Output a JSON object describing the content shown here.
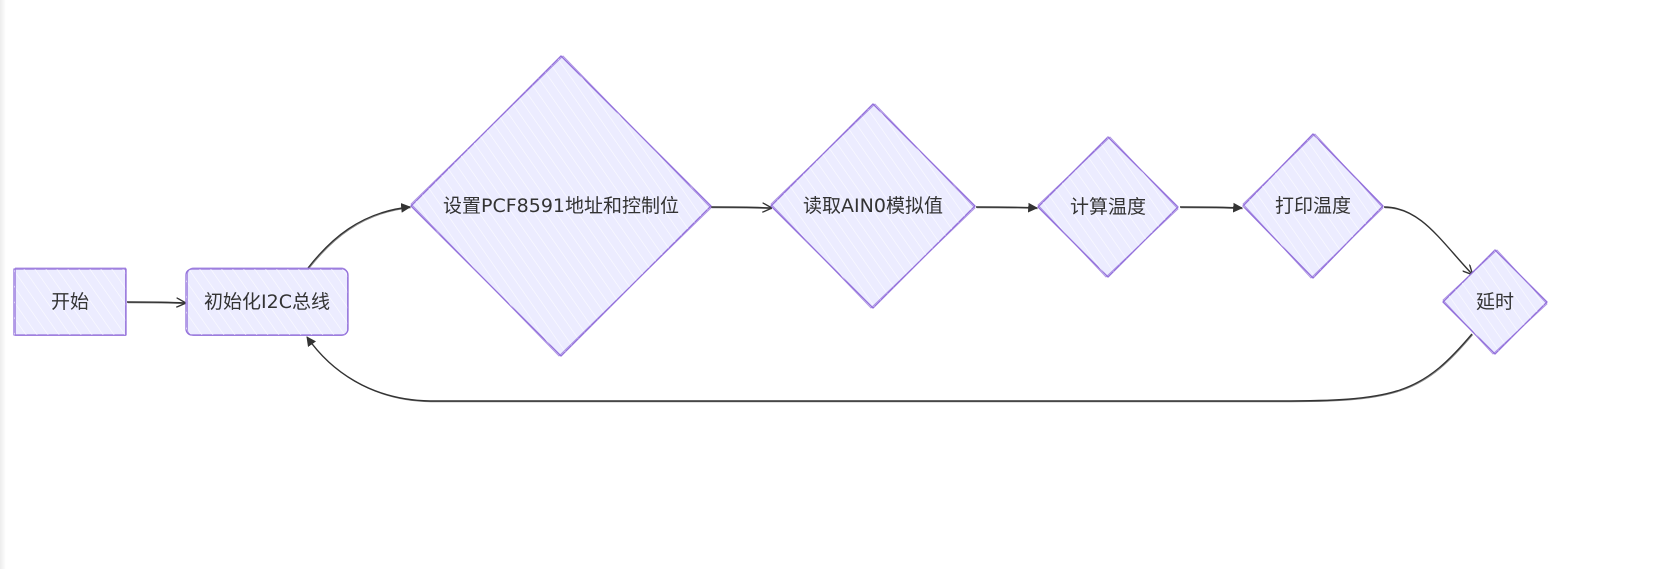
{
  "colors": {
    "node_fill": "#ececff",
    "node_stroke": "#9370db",
    "hatch": "#ffffff",
    "edge": "#333333",
    "text": "#333333"
  },
  "nodes": [
    {
      "id": "start",
      "shape": "rect",
      "label": "开始"
    },
    {
      "id": "init",
      "shape": "round-rect",
      "label": "初始化I2C总线"
    },
    {
      "id": "setaddr",
      "shape": "diamond",
      "label": "设置PCF8591地址和控制位"
    },
    {
      "id": "read",
      "shape": "diamond",
      "label": "读取AIN0模拟值"
    },
    {
      "id": "calc",
      "shape": "diamond",
      "label": "计算温度"
    },
    {
      "id": "print",
      "shape": "diamond",
      "label": "打印温度"
    },
    {
      "id": "delay",
      "shape": "diamond",
      "label": "延时"
    }
  ],
  "edges": [
    {
      "from": "start",
      "to": "init"
    },
    {
      "from": "init",
      "to": "setaddr"
    },
    {
      "from": "setaddr",
      "to": "read"
    },
    {
      "from": "read",
      "to": "calc"
    },
    {
      "from": "calc",
      "to": "print"
    },
    {
      "from": "print",
      "to": "delay"
    },
    {
      "from": "delay",
      "to": "init"
    }
  ]
}
